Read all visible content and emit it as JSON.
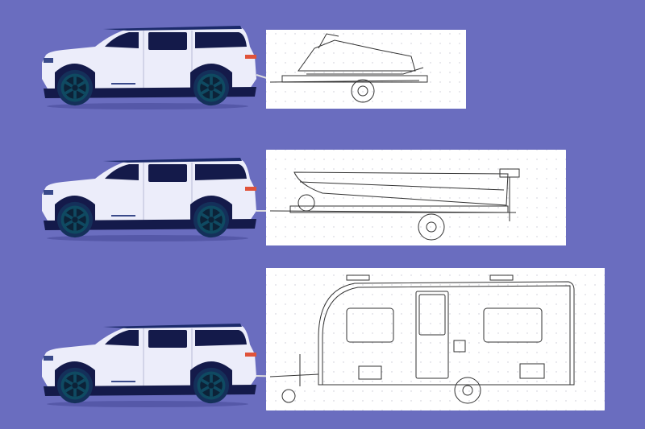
{
  "colors": {
    "background": "#6a6dbf",
    "vehicle_body": "#ecedfa",
    "vehicle_dark": "#141a4a",
    "wheel_rim": "#0f4a62",
    "tail_light": "#e0533a",
    "panel": "#ffffff",
    "line_art": "#333333"
  },
  "scenes": [
    {
      "vehicle": "suv",
      "trailer": "snowmobile-trailer"
    },
    {
      "vehicle": "suv",
      "trailer": "boat-trailer"
    },
    {
      "vehicle": "suv",
      "trailer": "caravan"
    }
  ]
}
